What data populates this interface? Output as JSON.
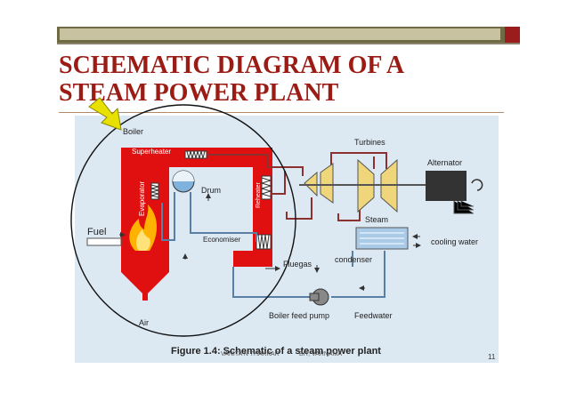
{
  "slide": {
    "title_line1": "SCHEMATIC DIAGRAM OF A",
    "title_line2": "STEAM POWER PLANT",
    "author": "VANITA N THAKKAR",
    "institute": "BIT, VARNAMA",
    "slide_number": "11"
  },
  "figure": {
    "caption": "Figure 1.4: Schematic of a steam power plant",
    "labels": {
      "boiler": "Boiler",
      "superheater": "Superheater",
      "evaporator": "Evaporator",
      "drum": "Drum",
      "economiser": "Economiser",
      "reheater": "Reheater",
      "fuel": "Fuel",
      "air": "Air",
      "fluegas": "Fluegas",
      "turbines": "Turbines",
      "steam": "Steam",
      "condenser": "condenser",
      "cooling_water": "cooling water",
      "alternator": "Alternator",
      "boiler_feed_pump": "Boiler feed pump",
      "feedwater": "Feedwater"
    }
  },
  "colors": {
    "title": "#9b1c14",
    "boiler_red": "#e01010",
    "pipe": "#8c3030",
    "water_pipe": "#5a7fa6",
    "figure_bg": "#dce8f2",
    "arrow": "#e8e000"
  }
}
